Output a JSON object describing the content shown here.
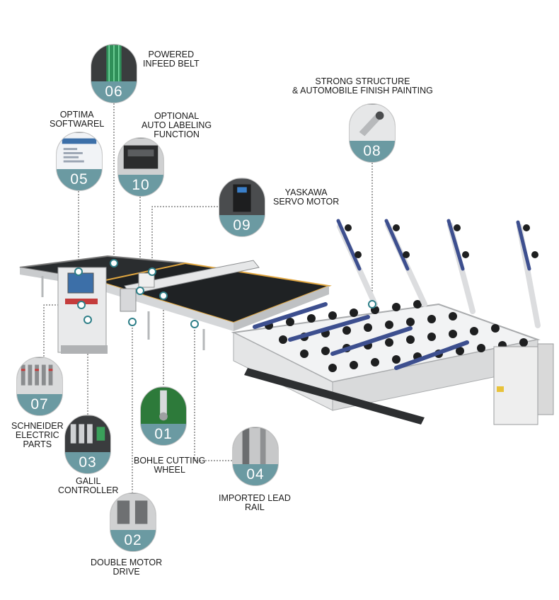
{
  "accent_color": "#6b9aa2",
  "machine": {
    "description_icon": "glass-cutting-machine-illustration"
  },
  "features": [
    {
      "number": "06",
      "lines": [
        "POWERED",
        "INFEED BELT"
      ],
      "icon": "infeed-belt-photo"
    },
    {
      "number": "05",
      "lines": [
        "OPTIMA",
        "SOFTWAREL"
      ],
      "icon": "software-screen-photo"
    },
    {
      "number": "10",
      "lines": [
        "OPTIONAL",
        "AUTO LABELING",
        "FUNCTION"
      ],
      "icon": "labeling-printer-photo"
    },
    {
      "number": "08",
      "lines": [
        "STRONG STRUCTURE",
        "& AUTOMOBILE FINISH PAINTING"
      ],
      "icon": "painted-structure-photo"
    },
    {
      "number": "09",
      "lines": [
        "YASKAWA",
        "SERVO MOTOR"
      ],
      "icon": "servo-motor-photo"
    },
    {
      "number": "07",
      "lines": [
        "SCHNEIDER",
        "ELECTRIC",
        "PARTS"
      ],
      "icon": "electric-parts-photo"
    },
    {
      "number": "01",
      "lines": [
        "BOHLE CUTTING",
        "WHEEL"
      ],
      "icon": "cutting-wheel-photo"
    },
    {
      "number": "03",
      "lines": [
        "GALIL",
        "CONTROLLER"
      ],
      "icon": "controller-photo"
    },
    {
      "number": "04",
      "lines": [
        "IMPORTED LEAD",
        "RAIL"
      ],
      "icon": "lead-rail-photo"
    },
    {
      "number": "02",
      "lines": [
        "DOUBLE MOTOR",
        "DRIVE"
      ],
      "icon": "motor-drive-photo"
    }
  ]
}
